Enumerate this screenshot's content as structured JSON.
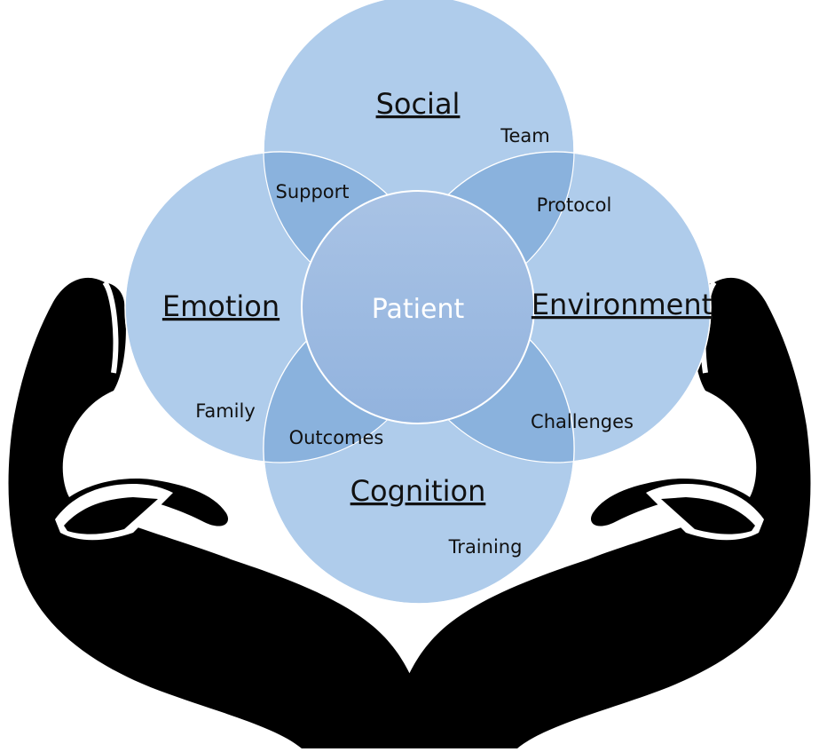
{
  "diagram": {
    "center": {
      "label": "Patient"
    },
    "domains": {
      "social": "Social",
      "emotion": "Emotion",
      "environment": "Environment",
      "cognition": "Cognition"
    },
    "overlaps": {
      "team": "Team",
      "support": "Support",
      "protocol": "Protocol",
      "family": "Family",
      "outcomes": "Outcomes",
      "challenges": "Challenges",
      "training": "Training"
    }
  },
  "colors": {
    "circle_fill": "#afcceb",
    "overlap_fill": "#8ab2dd",
    "center_fill": "#a3bfe3",
    "circle_stroke": "#ffffff",
    "hands": "#000000"
  },
  "icons": {
    "background": "cupped-hands-icon"
  }
}
